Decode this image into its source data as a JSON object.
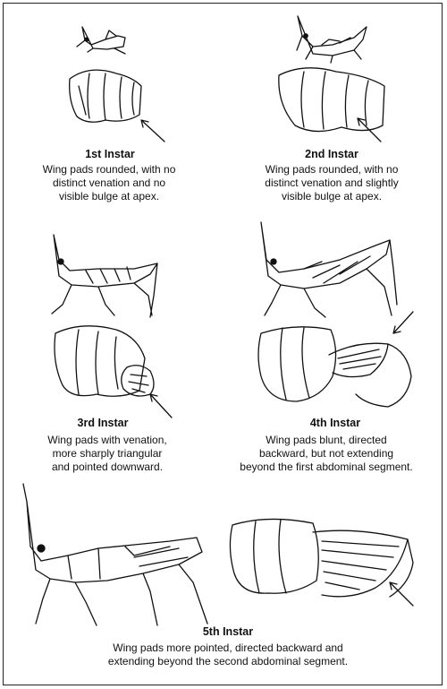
{
  "instars": [
    {
      "title": "1st Instar",
      "lines": [
        "Wing pads rounded, with no",
        "distinct venation and no",
        "visible bulge at apex."
      ]
    },
    {
      "title": "2nd Instar",
      "lines": [
        "Wing pads rounded, with no",
        "distinct venation and slightly",
        "visible bulge at apex."
      ]
    },
    {
      "title": "3rd Instar",
      "lines": [
        "Wing pads with venation,",
        "more sharply triangular",
        "and pointed downward."
      ]
    },
    {
      "title": "4th Instar",
      "lines": [
        "Wing pads blunt, directed",
        "backward, but not extending",
        "beyond the first abdominal segment."
      ]
    },
    {
      "title": "5th Instar",
      "lines": [
        "Wing pads more pointed, directed backward and",
        "extending beyond the second abdominal segment."
      ]
    }
  ]
}
